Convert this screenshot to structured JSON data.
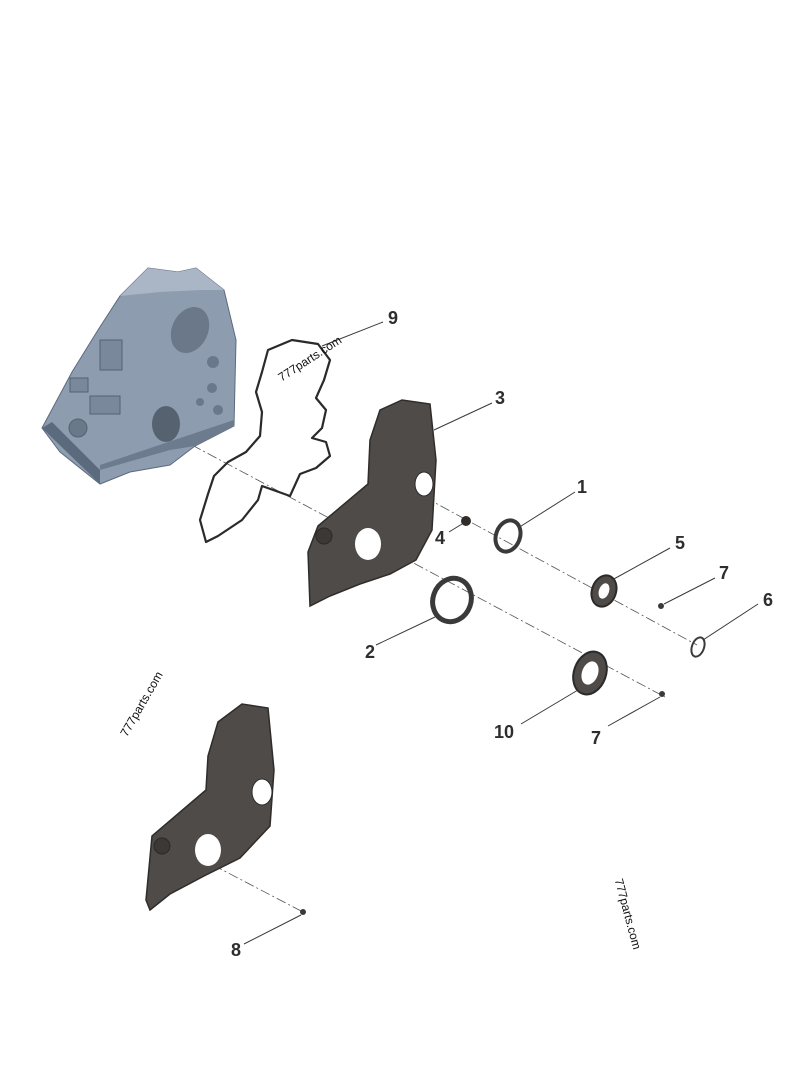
{
  "callouts": [
    {
      "id": "1",
      "label": "1"
    },
    {
      "id": "2",
      "label": "2"
    },
    {
      "id": "3",
      "label": "3"
    },
    {
      "id": "4",
      "label": "4"
    },
    {
      "id": "5",
      "label": "5"
    },
    {
      "id": "6",
      "label": "6"
    },
    {
      "id": "7a",
      "label": "7"
    },
    {
      "id": "7b",
      "label": "7"
    },
    {
      "id": "8",
      "label": "8"
    },
    {
      "id": "9",
      "label": "9"
    },
    {
      "id": "10",
      "label": "10"
    }
  ],
  "watermarks": [
    "777parts.com",
    "777parts.com",
    "777parts.com"
  ],
  "colors": {
    "housing": "#8e9cb0",
    "housing_dark": "#5c6a7d",
    "cover_plate": "#4f4b48",
    "cover_edge": "#2f2c2a",
    "gasket": "#2a2a2a",
    "callout_text": "#2e2e2e",
    "background": "#ffffff"
  }
}
